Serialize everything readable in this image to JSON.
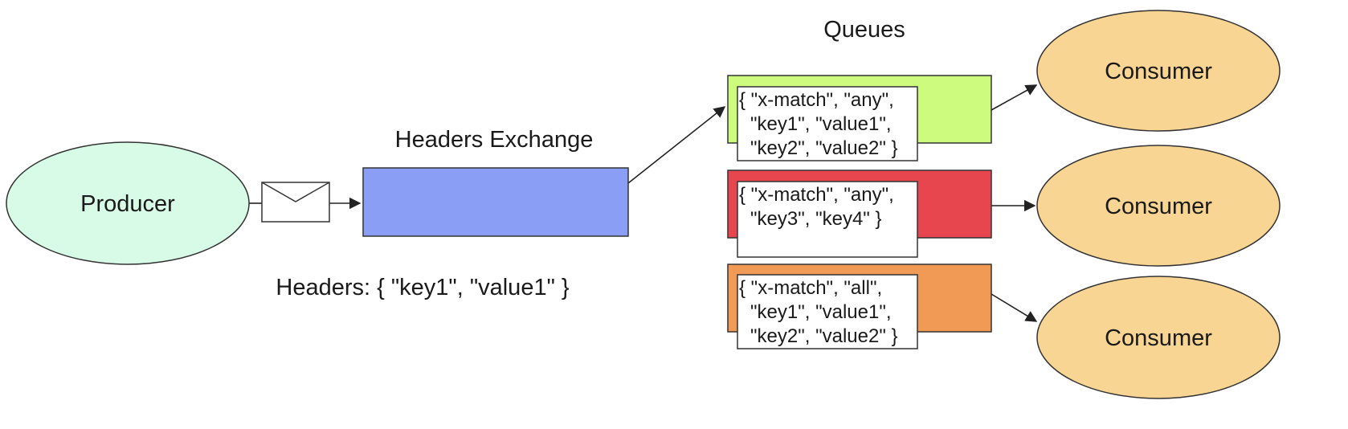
{
  "producer": {
    "label": "Producer",
    "fill": "#d8fbe8"
  },
  "message": {
    "icon": "envelope-icon",
    "headers_label": "Headers: { \"key1\", \"value1\" }"
  },
  "exchange": {
    "label": "Headers Exchange",
    "fill": "#8b9ef5"
  },
  "queues": {
    "title": "Queues",
    "items": [
      {
        "fill": "#ccfb7e",
        "binding_lines": [
          "{ \"x-match\", \"any\",",
          "\"key1\", \"value1\",",
          "\"key2\", \"value2\" }"
        ]
      },
      {
        "fill": "#e8464f",
        "binding_lines": [
          "{ \"x-match\", \"any\",",
          "\"key3\", \"key4\" }"
        ]
      },
      {
        "fill": "#f09a55",
        "binding_lines": [
          "{ \"x-match\", \"all\",",
          "\"key1\", \"value1\",",
          "\"key2\", \"value2\" }"
        ]
      }
    ]
  },
  "consumers": {
    "fill": "#f8d593",
    "items": [
      {
        "label": "Consumer"
      },
      {
        "label": "Consumer"
      },
      {
        "label": "Consumer"
      }
    ]
  }
}
